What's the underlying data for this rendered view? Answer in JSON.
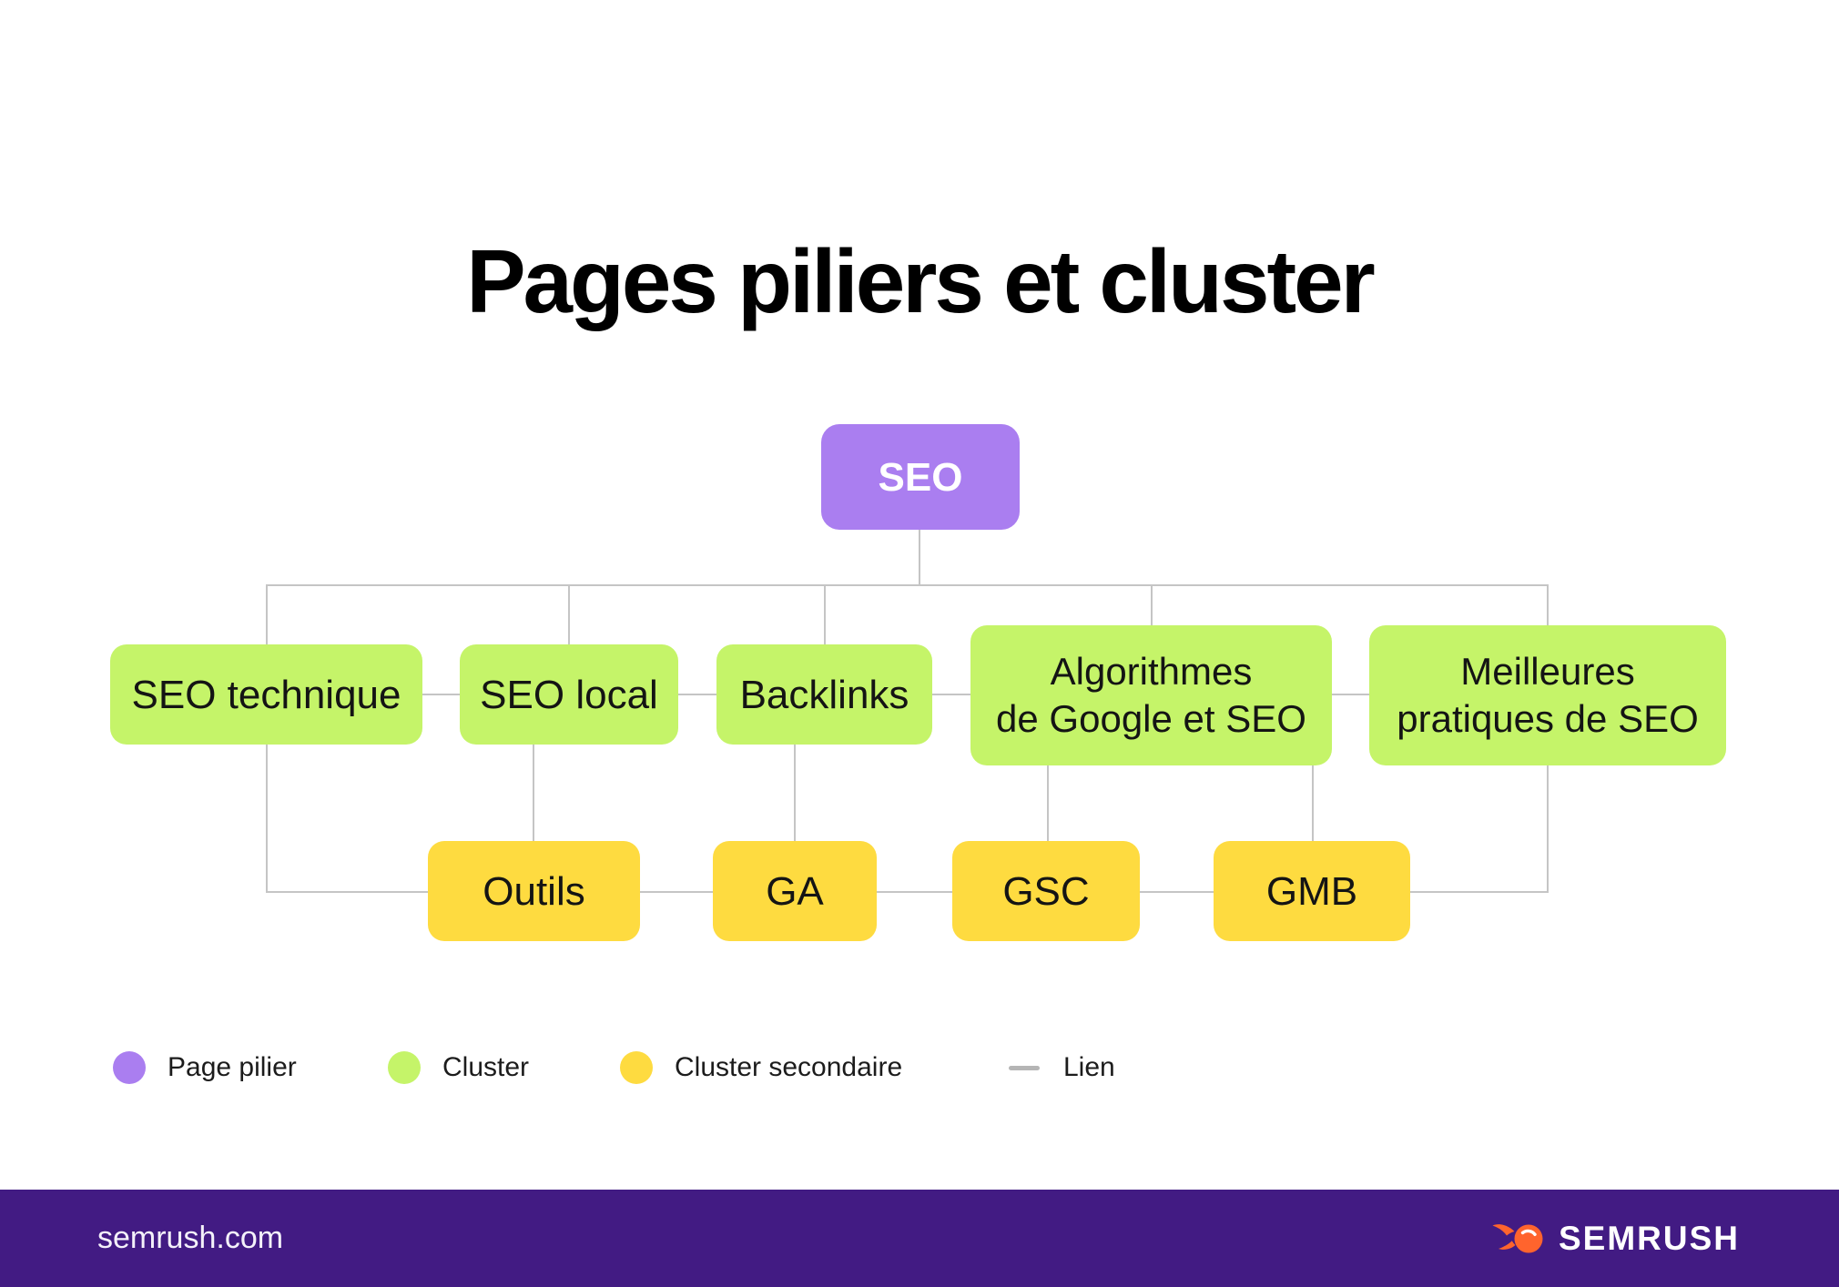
{
  "title": "Pages piliers et cluster",
  "diagram": {
    "root": {
      "label": "SEO"
    },
    "clusters": [
      {
        "label": "SEO technique"
      },
      {
        "label": "SEO local"
      },
      {
        "label": "Backlinks"
      },
      {
        "label": "Algorithmes de Google et SEO",
        "line1": "Algorithmes",
        "line2": "de Google et SEO"
      },
      {
        "label": "Meilleures pratiques de SEO",
        "line1": "Meilleures",
        "line2": "pratiques de SEO"
      }
    ],
    "secondary_clusters": [
      {
        "label": "Outils"
      },
      {
        "label": "GA"
      },
      {
        "label": "GSC"
      },
      {
        "label": "GMB"
      }
    ]
  },
  "legend": {
    "items": [
      {
        "label": "Page pilier",
        "swatch": "purple-circle"
      },
      {
        "label": "Cluster",
        "swatch": "green-circle"
      },
      {
        "label": "Cluster secondaire",
        "swatch": "yellow-circle"
      },
      {
        "label": "Lien",
        "swatch": "gray-line"
      }
    ]
  },
  "footer": {
    "site": "semrush.com",
    "brand": "SEMRUSH"
  },
  "colors": {
    "pillar": "#aa7ef0",
    "cluster": "#c5f469",
    "secondary": "#fedb40",
    "link": "#c5c5c5",
    "dash": "#b5b5b5",
    "footer_bg": "#421b83",
    "footer_text": "#f4f1fa",
    "brand_orange": "#ff642d",
    "text": "#141414"
  }
}
